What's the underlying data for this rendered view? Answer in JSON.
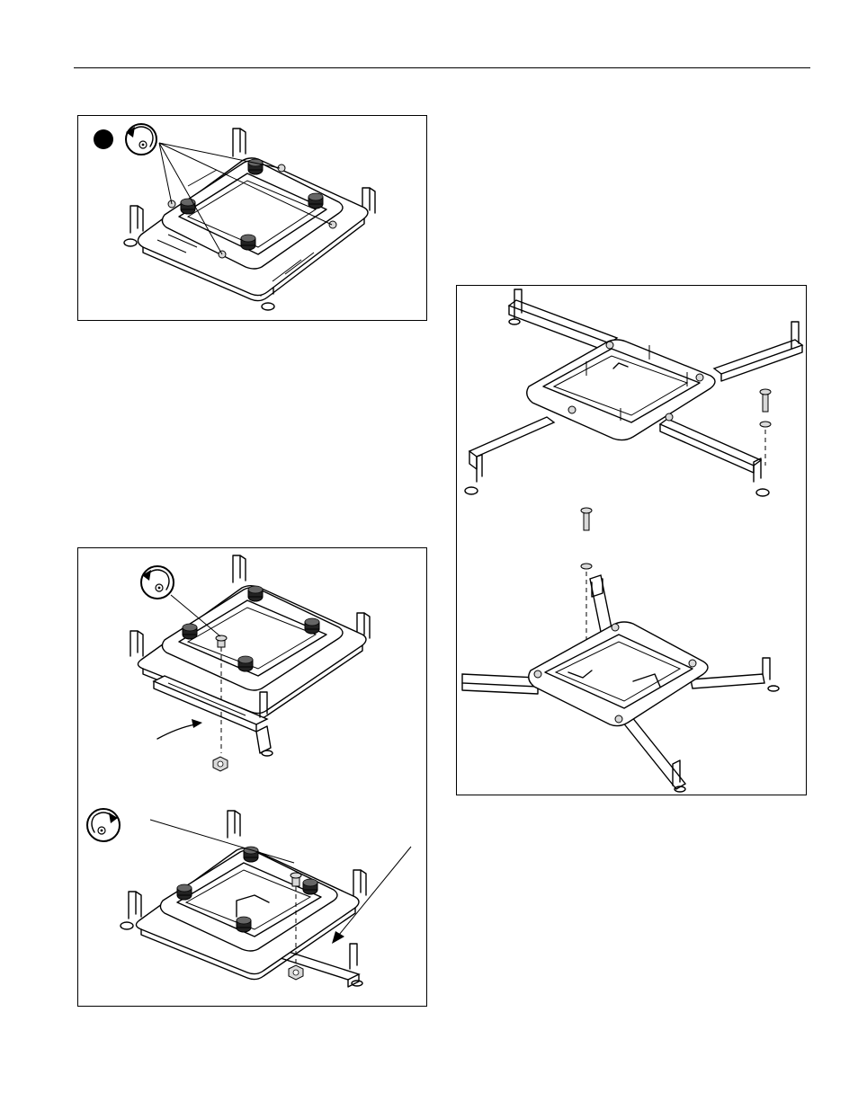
{
  "page": {
    "figures": [
      {
        "name": "loosen-adjustment-screws"
      },
      {
        "name": "attach-extension-bracket"
      },
      {
        "name": "assemble-mount-arms"
      }
    ],
    "icons": {
      "step_marker": "filled-circle-icon",
      "rotate_counterclockwise": "rotate-counterclockwise-icon",
      "rotate_clockwise": "rotate-clockwise-icon"
    },
    "colors": {
      "ink": "#000000",
      "paper": "#ffffff",
      "metal_shade": "#d9d9d9"
    }
  }
}
